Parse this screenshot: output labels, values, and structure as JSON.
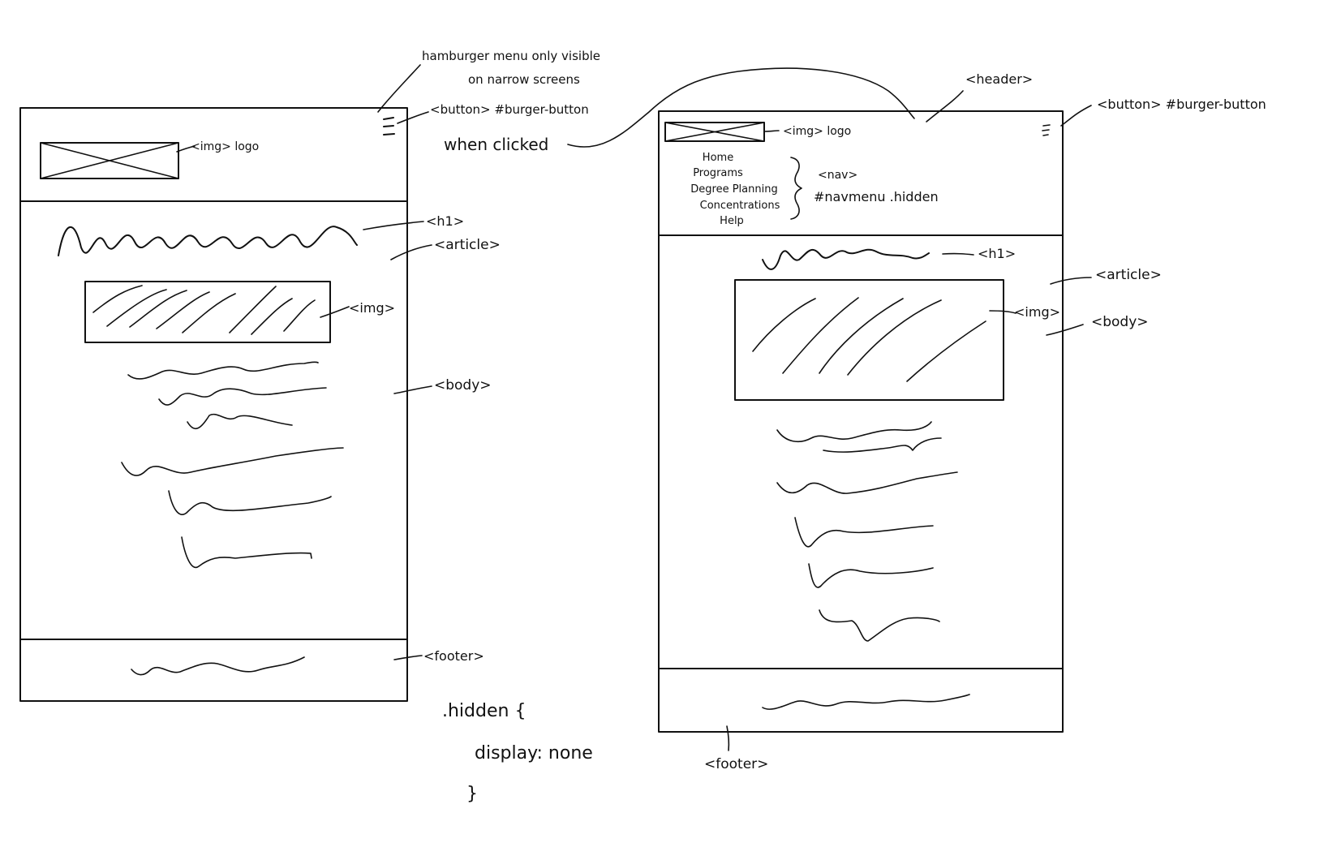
{
  "colors": {
    "ink": "#111111",
    "paper": "#ffffff"
  },
  "left_wireframe": {
    "labels": {
      "hamburger_note_line1": "hamburger menu only visible",
      "hamburger_note_line2": "on narrow screens",
      "burger_button": "<button> #burger-button",
      "logo": "<img> logo",
      "h1": "<h1>",
      "article": "<article>",
      "img": "<img>",
      "body": "<body>",
      "footer": "<footer>"
    }
  },
  "connector": {
    "label": "when clicked"
  },
  "css_note": {
    "line1": ".hidden {",
    "line2": "display: none",
    "line3": "}"
  },
  "right_wireframe": {
    "labels": {
      "header": "<header>",
      "burger_button": "<button> #burger-button",
      "logo": "<img> logo",
      "nav": "<nav>",
      "nav_id": "#navmenu .hidden",
      "h1": "<h1>",
      "article": "<article>",
      "img": "<img>",
      "body": "<body>",
      "footer": "<footer>"
    },
    "nav_items": [
      "Home",
      "Programs",
      "Degree Planning",
      "Concentrations",
      "Help"
    ]
  }
}
